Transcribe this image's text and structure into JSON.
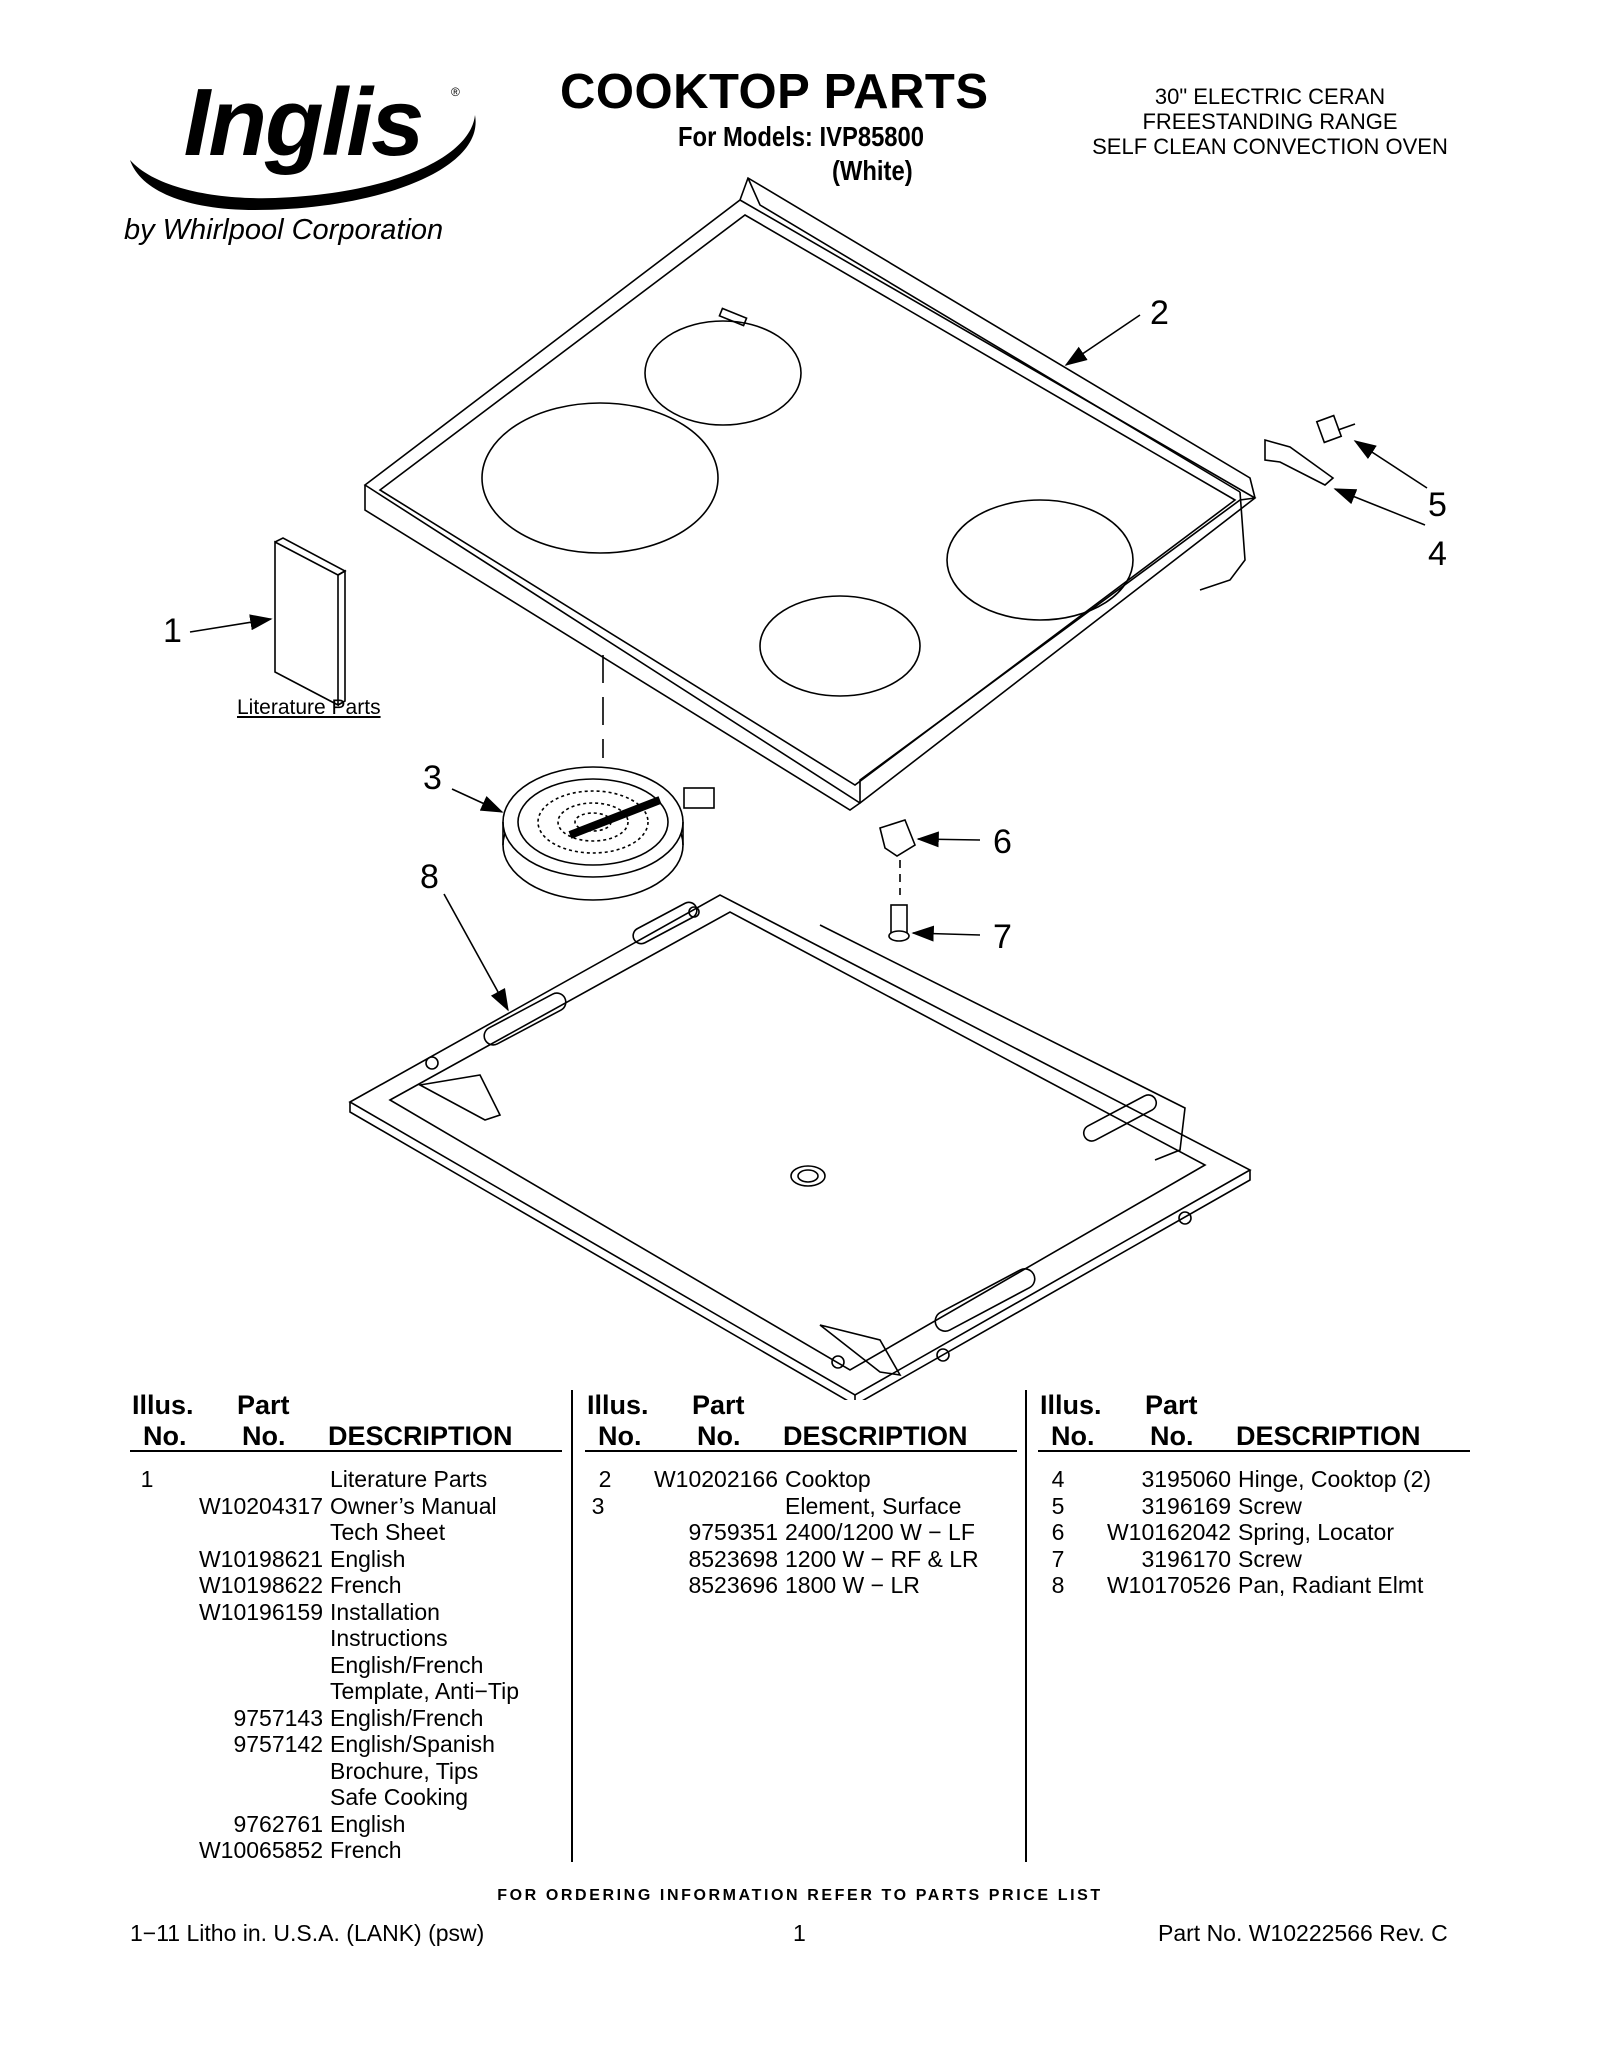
{
  "brand": {
    "logo_text": "Inglis",
    "byline": "by Whirlpool Corporation"
  },
  "header": {
    "title": "COOKTOP PARTS",
    "models": "For Models: IVP85800",
    "color": "(White)",
    "subtitle": [
      "30\" ELECTRIC CERAN",
      "FREESTANDING RANGE",
      "SELF CLEAN CONVECTION OVEN"
    ]
  },
  "diagram": {
    "callouts": [
      "1",
      "2",
      "3",
      "4",
      "5",
      "6",
      "7",
      "8"
    ],
    "literature_label": "Literature Parts"
  },
  "table": {
    "headers": {
      "illus_line1": "Illus.",
      "illus_line2": "No.",
      "part_line1": "Part",
      "part_line2": "No.",
      "description": "DESCRIPTION"
    },
    "columns": [
      [
        {
          "illus": "1",
          "part": "",
          "desc": "Literature Parts"
        },
        {
          "illus": "",
          "part": "W10204317",
          "desc": "Owner’s Manual"
        },
        {
          "illus": "",
          "part": "",
          "desc": "Tech Sheet"
        },
        {
          "illus": "",
          "part": "W10198621",
          "desc": "English"
        },
        {
          "illus": "",
          "part": "W10198622",
          "desc": "French"
        },
        {
          "illus": "",
          "part": "W10196159",
          "desc": "Installation"
        },
        {
          "illus": "",
          "part": "",
          "desc": "Instructions"
        },
        {
          "illus": "",
          "part": "",
          "desc": "English/French"
        },
        {
          "illus": "",
          "part": "",
          "desc": "Template, Anti−Tip"
        },
        {
          "illus": "",
          "part": "9757143",
          "desc": "English/French"
        },
        {
          "illus": "",
          "part": "9757142",
          "desc": "English/Spanish"
        },
        {
          "illus": "",
          "part": "",
          "desc": "Brochure, Tips"
        },
        {
          "illus": "",
          "part": "",
          "desc": "Safe Cooking"
        },
        {
          "illus": "",
          "part": "9762761",
          "desc": "English"
        },
        {
          "illus": "",
          "part": "W10065852",
          "desc": "French"
        }
      ],
      [
        {
          "illus": "2",
          "part": "W10202166",
          "desc": "Cooktop"
        },
        {
          "illus": "3",
          "part": "",
          "desc": "Element, Surface"
        },
        {
          "illus": "",
          "part": "9759351",
          "desc": "2400/1200 W − LF"
        },
        {
          "illus": "",
          "part": "8523698",
          "desc": "1200 W − RF & LR"
        },
        {
          "illus": "",
          "part": "8523696",
          "desc": "1800 W − LR"
        }
      ],
      [
        {
          "illus": "4",
          "part": "3195060",
          "desc": "Hinge, Cooktop (2)"
        },
        {
          "illus": "5",
          "part": "3196169",
          "desc": "Screw"
        },
        {
          "illus": "6",
          "part": "W10162042",
          "desc": "Spring, Locator"
        },
        {
          "illus": "7",
          "part": "3196170",
          "desc": "Screw"
        },
        {
          "illus": "8",
          "part": "W10170526",
          "desc": "Pan, Radiant Elmt"
        }
      ]
    ]
  },
  "order_note": "FOR ORDERING INFORMATION REFER TO PARTS PRICE LIST",
  "footer": {
    "left": "1−11 Litho in. U.S.A. (LANK) (psw)",
    "center": "1",
    "right": "Part No. W10222566 Rev. C"
  }
}
